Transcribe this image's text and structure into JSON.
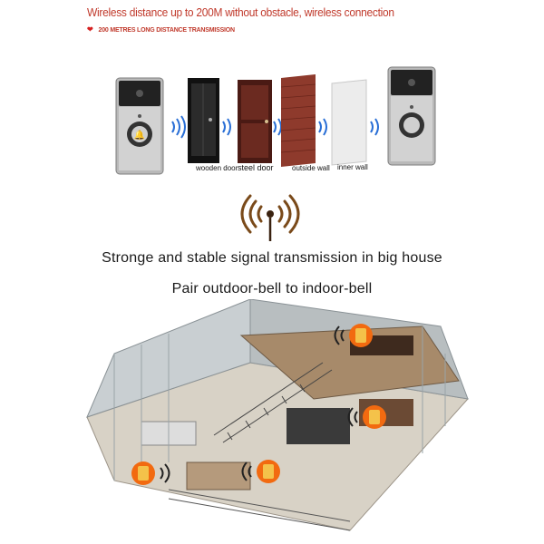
{
  "header": {
    "title": "Wireless distance up to 200M without obstacle, wireless connection",
    "subtitle": "200 METRES LONG DISTANCE TRANSMISSION"
  },
  "obstacles": [
    {
      "label": "wooden door"
    },
    {
      "label": "steel door"
    },
    {
      "label": "outside wall"
    },
    {
      "label": "inner wall"
    }
  ],
  "taglines": {
    "line1": "Stronge and stable signal transmission in big house",
    "line2": "Pair outdoor-bell to indoor-bell"
  },
  "colors": {
    "headline": "#c0392b",
    "wave": "#2a6fd6",
    "signal": "#7a4a1a",
    "bell_orange": "#f26a10"
  }
}
